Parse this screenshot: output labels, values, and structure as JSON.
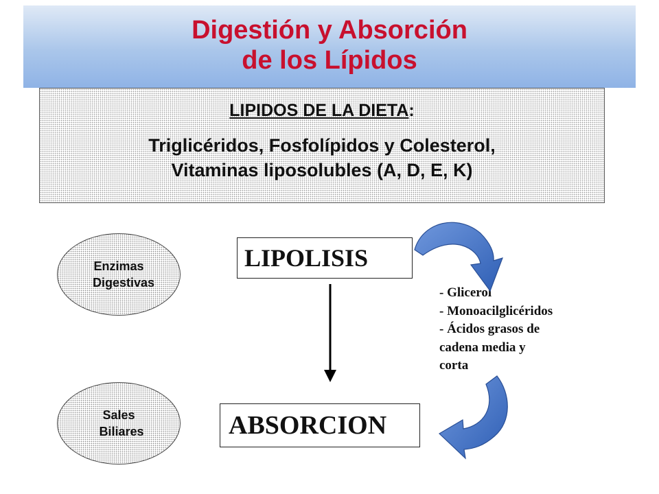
{
  "title": {
    "line1": "Digestión y Absorción",
    "line2": "de los Lípidos"
  },
  "diet": {
    "heading_underlined": "LIPIDOS DE LA DIETA",
    "heading_suffix": ":",
    "line1": "Triglicéridos, Fosfolípidos y Colesterol,",
    "line2": "Vitaminas liposolubles (A, D, E, K)"
  },
  "factors": {
    "enzymes": [
      "Enzimas",
      "Digestivas"
    ],
    "salts": [
      "Sales",
      "Biliares"
    ]
  },
  "stages": {
    "lipolysis": "LIPOLISIS",
    "absorption": "ABSORCION"
  },
  "products": [
    "- Glicerol",
    "- Monoacilglicéridos",
    "- Ácidos grasos de",
    "cadena media y",
    "corta"
  ],
  "colors": {
    "title_red": "#c8102e",
    "arrow_blue": "#3d6fc4",
    "arrow_edge": "#2a4f95"
  }
}
